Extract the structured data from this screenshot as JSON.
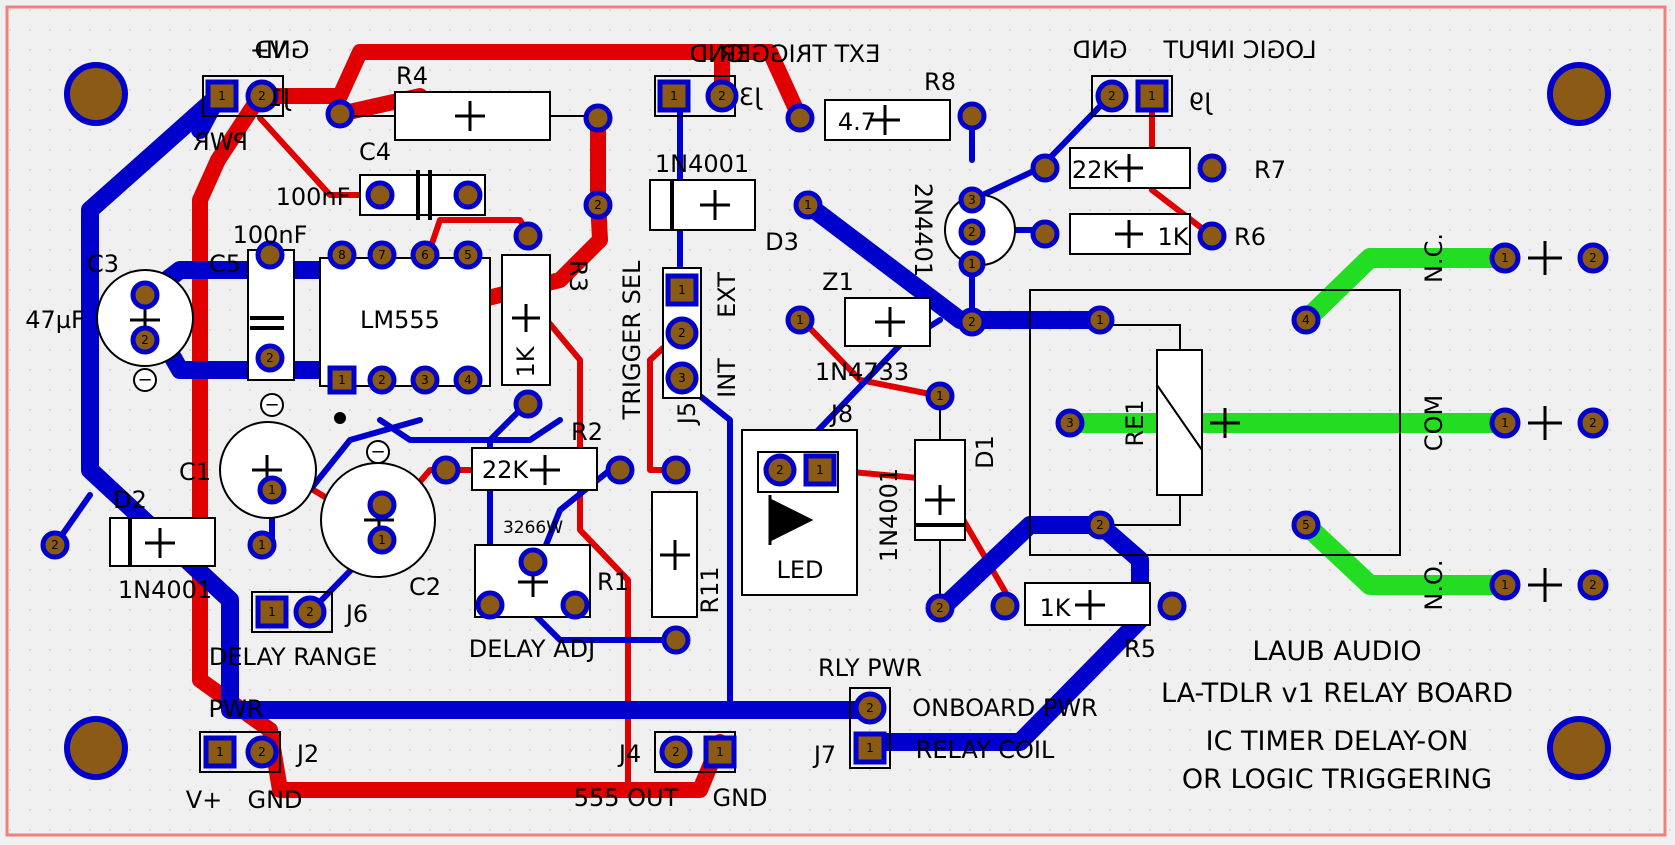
{
  "colors": {
    "background": "#f0f0f0",
    "border": "#f08080",
    "top_copper": "#e00000",
    "bottom_copper": "#0000cc",
    "relay_copper": "#22dd22",
    "pad": "#8b5a14",
    "silk": "#000000"
  },
  "labels": {
    "j1_vplus": "V+",
    "j1_gnd": "GND",
    "j1": "J1",
    "pwr_top": "PWR",
    "r4": "R4",
    "c4": "C4",
    "c4_val": "100nF",
    "c5_val": "100nF",
    "c5": "C5",
    "c3": "C3",
    "c3_val": "47µF",
    "ic": "LM555",
    "r3": "R3",
    "r3_val": "1K",
    "ext_trigger": "EXT TRIGGER",
    "j3_gnd": "GND",
    "j3": "J3",
    "d3_val": "1N4001",
    "d3": "D3",
    "r8": "R8",
    "r8_val": "4.7",
    "q1": "2N4401",
    "j9_gnd": "GND",
    "logic_input": "LOGIC INPUT",
    "j9": "J9",
    "r7_val": "22K",
    "r7": "R7",
    "r6_val": "1K",
    "r6": "R6",
    "trigger_sel": "TRIGGER SEL",
    "ext": "EXT",
    "int": "INT",
    "j5": "J5",
    "z1": "Z1",
    "z1_val": "1N4733",
    "re1": "RE1",
    "nc": "N.C.",
    "com": "COM",
    "no": "N.O.",
    "j8": "J8",
    "led": "LED",
    "d1": "D1",
    "d1_val": "1N4001",
    "r2": "R2",
    "r2_val": "22K",
    "pot_val": "3266W",
    "r1": "R1",
    "c1": "C1",
    "c2": "C2",
    "d2": "D2",
    "d2_val": "1N4001",
    "j6": "J6",
    "delay_range": "DELAY RANGE",
    "delay_adj": "DELAY ADJ",
    "r11": "R11",
    "r5_val": "1K",
    "r5": "R5",
    "rly_pwr": "RLY PWR",
    "onboard_pwr": "ONBOARD PWR",
    "relay_coil": "RELAY COIL",
    "j7": "J7",
    "pwr_bot": "PWR",
    "j2": "J2",
    "j2_vplus": "V+",
    "j2_gnd": "GND",
    "j4": "J4",
    "out555": "555 OUT",
    "j4_gnd": "GND",
    "title1": "LAUB AUDIO",
    "title2": "LA-TDLR v1  RELAY BOARD",
    "title3": "IC TIMER DELAY-ON",
    "title4": "OR LOGIC TRIGGERING"
  },
  "pins": {
    "one": "1",
    "two": "2",
    "three": "3",
    "four": "4",
    "five": "5",
    "six": "6",
    "seven": "7",
    "eight": "8",
    "minus": "−"
  }
}
